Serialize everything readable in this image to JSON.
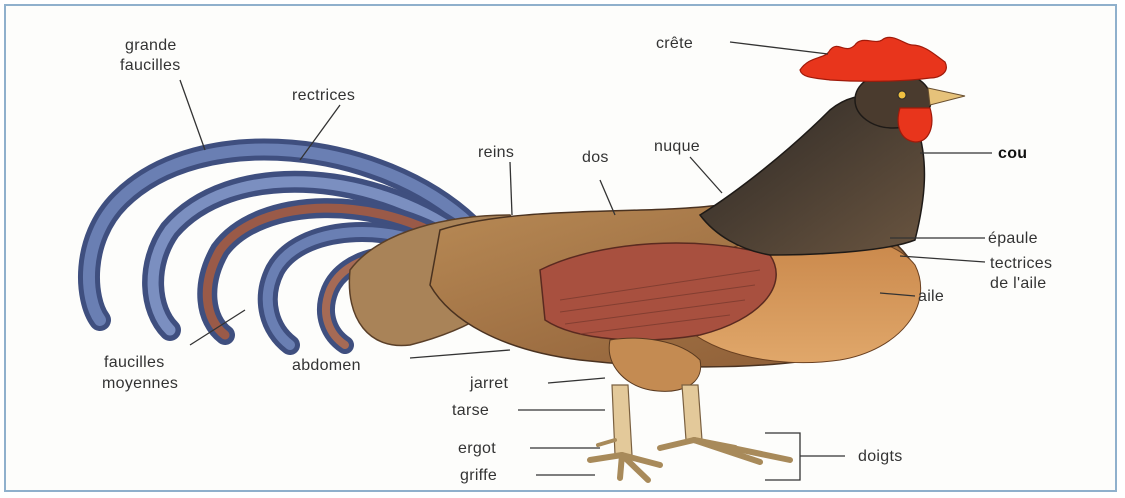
{
  "labels": {
    "grande_faucilles_1": "grande",
    "grande_faucilles_2": "faucilles",
    "rectrices": "rectrices",
    "reins": "reins",
    "dos": "dos",
    "nuque": "nuque",
    "crete": "crête",
    "cou": "cou",
    "epaule": "épaule",
    "tectrices_1": "tectrices",
    "tectrices_2": "de l'aile",
    "aile": "aile",
    "faucilles_moyennes_1": "faucilles",
    "faucilles_moyennes_2": "moyennes",
    "abdomen": "abdomen",
    "jarret": "jarret",
    "tarse": "tarse",
    "ergot": "ergot",
    "griffe": "griffe",
    "doigts": "doigts"
  },
  "colors": {
    "comb": "#e8351c",
    "tail_blue": "#4c5f93",
    "tail_brown": "#9a5a48",
    "body_brown": "#9c6a3d",
    "wing_red": "#a8503f",
    "breast_orange": "#d9985a",
    "neck_dark": "#3a3530",
    "legs": "#e3c99a"
  },
  "icons": [
    "rooster-illustration"
  ]
}
